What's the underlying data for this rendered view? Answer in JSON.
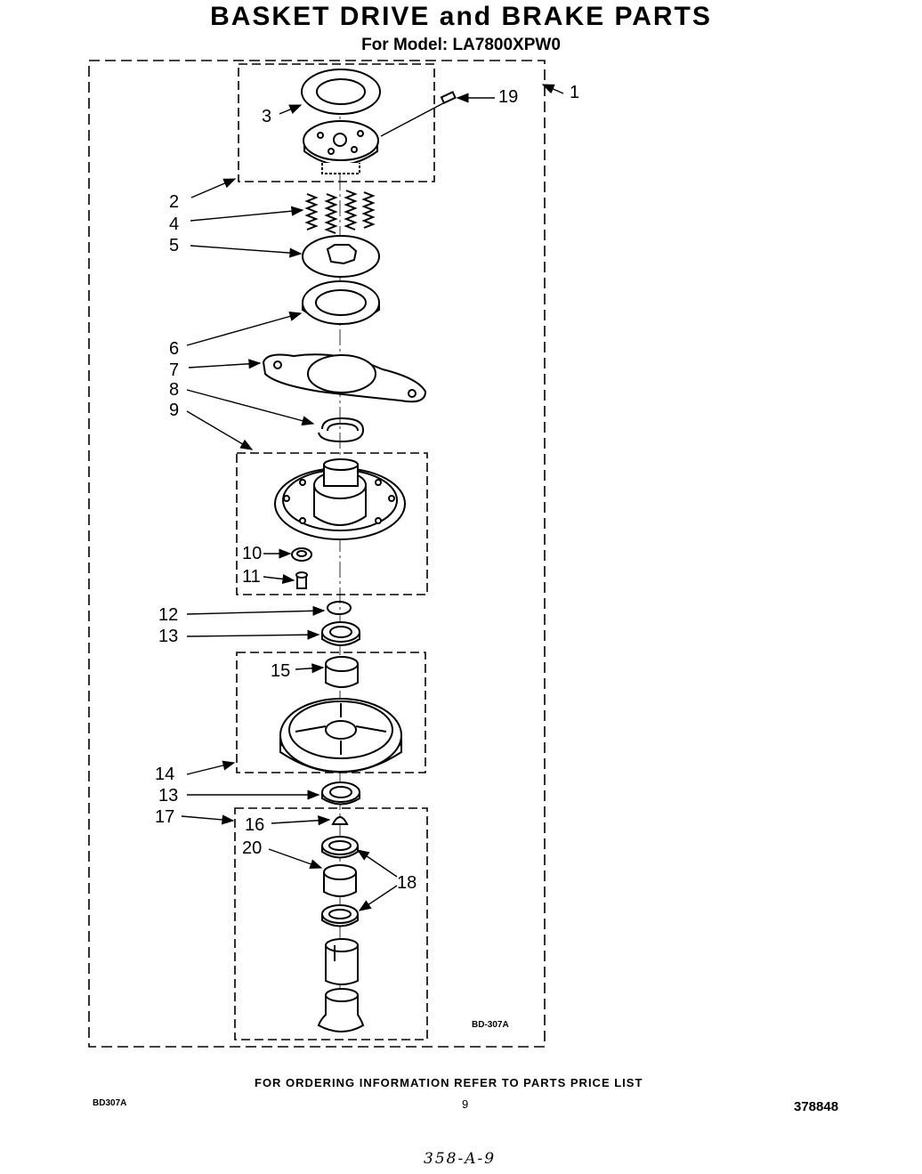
{
  "header": {
    "title": "BASKET DRIVE and BRAKE PARTS",
    "model_line": "For Model: LA7800XPW0"
  },
  "callouts": [
    {
      "id": "c1",
      "label": "1"
    },
    {
      "id": "c2",
      "label": "2"
    },
    {
      "id": "c3",
      "label": "3"
    },
    {
      "id": "c4",
      "label": "4"
    },
    {
      "id": "c5",
      "label": "5"
    },
    {
      "id": "c6",
      "label": "6"
    },
    {
      "id": "c7",
      "label": "7"
    },
    {
      "id": "c8",
      "label": "8"
    },
    {
      "id": "c9",
      "label": "9"
    },
    {
      "id": "c10",
      "label": "10"
    },
    {
      "id": "c11",
      "label": "11"
    },
    {
      "id": "c12",
      "label": "12"
    },
    {
      "id": "c13a",
      "label": "13"
    },
    {
      "id": "c15",
      "label": "15"
    },
    {
      "id": "c14",
      "label": "14"
    },
    {
      "id": "c13b",
      "label": "13"
    },
    {
      "id": "c17",
      "label": "17"
    },
    {
      "id": "c16",
      "label": "16"
    },
    {
      "id": "c20",
      "label": "20"
    },
    {
      "id": "c18",
      "label": "18"
    },
    {
      "id": "c19",
      "label": "19"
    }
  ],
  "diagram_code": "BD-307A",
  "footer": {
    "ordering_note": "FOR ORDERING INFORMATION REFER TO PARTS PRICE LIST",
    "left_code": "BD307A",
    "page_number": "9",
    "doc_number": "378848",
    "handwritten": "358-A-9"
  }
}
